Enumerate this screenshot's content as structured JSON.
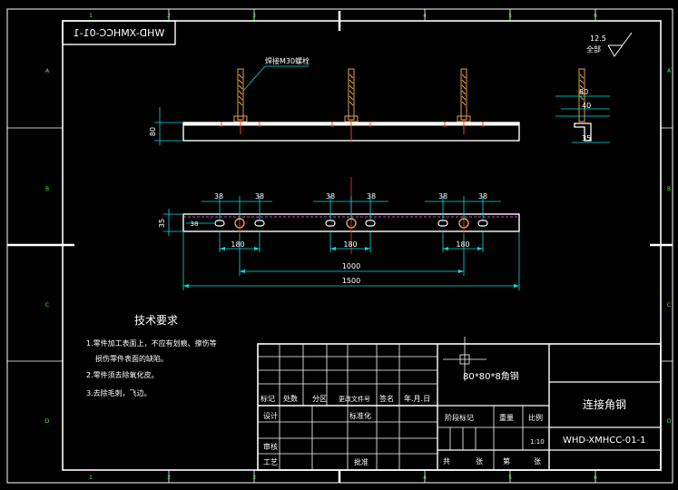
{
  "title_block": {
    "part_no_mirrored": "WHD-XMHCC-01-1",
    "material": "80*80*8角钢",
    "part_name": "连接角钢",
    "drawing_no": "WHD-XMHCC-01-1",
    "scale": "1:10",
    "row_labels": {
      "mark": "标记",
      "count": "处数",
      "zone": "分区",
      "change_doc": "更改文件号",
      "signature": "签名",
      "date": "年.月.日",
      "design": "设计",
      "standardize": "标准化",
      "review": "审核",
      "process": "工艺",
      "approve": "批准",
      "stage_mark": "阶段标记",
      "weight": "重量",
      "scale_label": "比例",
      "total": "共",
      "sheet1": "张",
      "page": "第",
      "sheet2": "张"
    }
  },
  "roughness": {
    "value": "12.5",
    "label": "全部"
  },
  "tech_requirements": {
    "heading": "技术要求",
    "items": [
      "1.零件加工表面上，不应有划痕、擦伤等",
      "损伤零件表面的缺陷。",
      "2.零件须去除氧化皮。",
      "3.去除毛刺，飞边。"
    ]
  },
  "annotations": {
    "weld_note": "焊接M30螺栓"
  },
  "dimensions": {
    "front_height": "80",
    "plan_height": "35",
    "hole_offset": "38",
    "hole_offset_small": "38",
    "pair_spacing": "180",
    "center_spacing": "1000",
    "overall_length": "1500",
    "side_80": "80",
    "side_40": "40",
    "side_35": "35"
  },
  "zone_marks": {
    "top": [
      "1",
      "2",
      "3",
      "4",
      "5",
      "6"
    ],
    "bottom": [
      "1",
      "2",
      "3",
      "4",
      "5",
      "6"
    ],
    "left": [
      "A",
      "B",
      "C",
      "D"
    ],
    "right": [
      "A",
      "B",
      "C",
      "D"
    ]
  },
  "colors": {
    "background": "#000000",
    "line": "#ffffff",
    "dimension": "#00e0e0",
    "annotation": "#33ff33",
    "center": "#ff3333",
    "bolt": "#e6a040",
    "zone": "#33ff33"
  }
}
